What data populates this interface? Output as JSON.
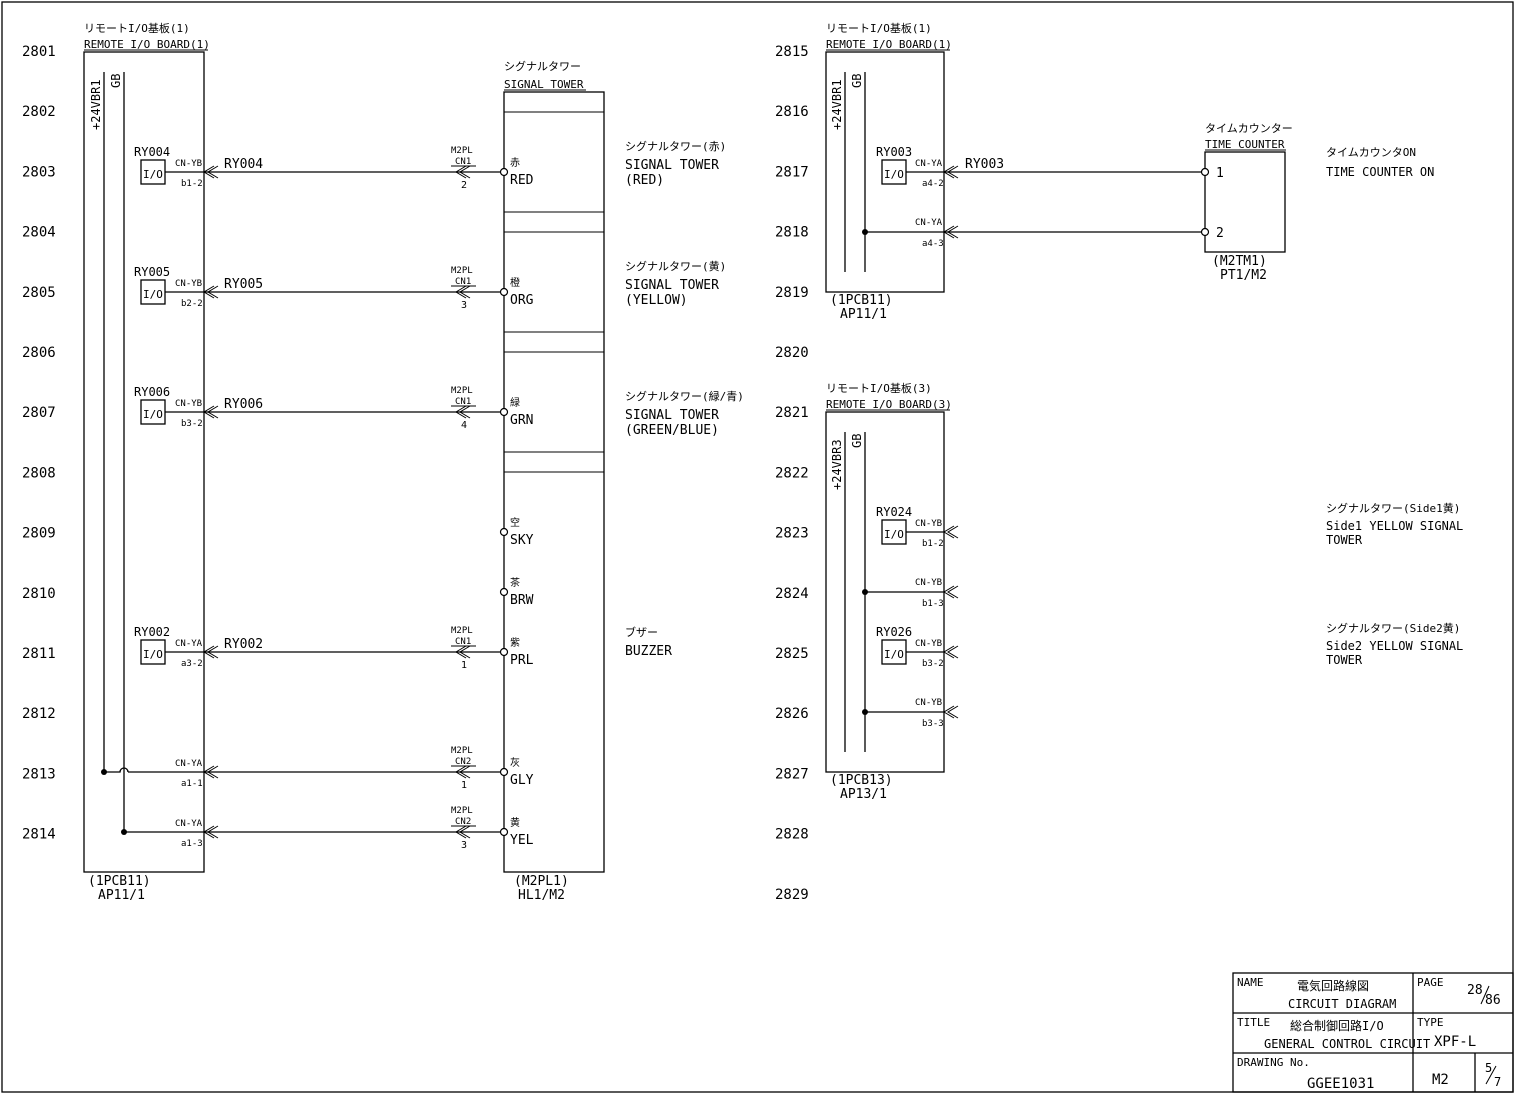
{
  "line_numbers_left": [
    "2801",
    "2802",
    "2803",
    "2804",
    "2805",
    "2806",
    "2807",
    "2808",
    "2809",
    "2810",
    "2811",
    "2812",
    "2813",
    "2814"
  ],
  "line_numbers_right": [
    "2815",
    "2816",
    "2817",
    "2818",
    "2819",
    "2820",
    "2821",
    "2822",
    "2823",
    "2824",
    "2825",
    "2826",
    "2827",
    "2828",
    "2829"
  ],
  "board1_left": {
    "title_jp": "リモートI/O基板(1)",
    "title_en": "REMOTE I/O BOARD(1)",
    "rail_24v": "+24VBR1",
    "rail_gb": "GB",
    "ref1": "(1PCB11)",
    "ref2": "AP11/1",
    "relays": [
      {
        "name": "RY004",
        "cn": "CN-YB",
        "pin": "b1-2",
        "wire": "RY004",
        "plug": "M2PL",
        "pcn": "CN1",
        "pno": "2"
      },
      {
        "name": "RY005",
        "cn": "CN-YB",
        "pin": "b2-2",
        "wire": "RY005",
        "plug": "M2PL",
        "pcn": "CN1",
        "pno": "3"
      },
      {
        "name": "RY006",
        "cn": "CN-YB",
        "pin": "b3-2",
        "wire": "RY006",
        "plug": "M2PL",
        "pcn": "CN1",
        "pno": "4"
      },
      {
        "name": "RY002",
        "cn": "CN-YA",
        "pin": "a3-2",
        "wire": "RY002",
        "plug": "M2PL",
        "pcn": "CN1",
        "pno": "1"
      }
    ],
    "power_rows": [
      {
        "cn": "CN-YA",
        "pin": "a1-1",
        "plug": "M2PL",
        "pcn": "CN2",
        "pno": "1"
      },
      {
        "cn": "CN-YA",
        "pin": "a1-3",
        "plug": "M2PL",
        "pcn": "CN2",
        "pno": "3"
      }
    ]
  },
  "signal_tower": {
    "title_jp": "シグナルタワー",
    "title_en": "SIGNAL TOWER",
    "ref1": "(M2PL1)",
    "ref2": "HL1/M2",
    "terminals": [
      {
        "jp": "赤",
        "en": "RED"
      },
      {
        "jp": "橙",
        "en": "ORG"
      },
      {
        "jp": "緑",
        "en": "GRN"
      },
      {
        "jp": "空",
        "en": "SKY"
      },
      {
        "jp": "茶",
        "en": "BRW"
      },
      {
        "jp": "紫",
        "en": "PRL"
      },
      {
        "jp": "灰",
        "en": "GLY"
      },
      {
        "jp": "黄",
        "en": "YEL"
      }
    ]
  },
  "descriptions_left": [
    {
      "jp": "シグナルタワー(赤)",
      "en1": "SIGNAL TOWER",
      "en2": "(RED)"
    },
    {
      "jp": "シグナルタワー(黄)",
      "en1": "SIGNAL TOWER",
      "en2": "(YELLOW)"
    },
    {
      "jp": "シグナルタワー(緑/青)",
      "en1": "SIGNAL TOWER",
      "en2": "(GREEN/BLUE)"
    },
    {
      "jp": "ブザー",
      "en1": "BUZZER",
      "en2": ""
    }
  ],
  "board1_right": {
    "title_jp": "リモートI/O基板(1)",
    "title_en": "REMOTE I/O BOARD(1)",
    "rail_24v": "+24VBR1",
    "rail_gb": "GB",
    "ref1": "(1PCB11)",
    "ref2": "AP11/1",
    "relay": {
      "name": "RY003",
      "cn": "CN-YA",
      "pin": "a4-2",
      "wire": "RY003"
    },
    "row2": {
      "cn": "CN-YA",
      "pin": "a4-3"
    }
  },
  "time_counter": {
    "title_jp": "タイムカウンター",
    "title_en": "TIME COUNTER",
    "pin1": "1",
    "pin2": "2",
    "ref1": "(M2TM1)",
    "ref2": "PT1/M2",
    "desc_jp": "タイムカウンタON",
    "desc_en": "TIME COUNTER ON"
  },
  "board3": {
    "title_jp": "リモートI/O基板(3)",
    "title_en": "REMOTE I/O BOARD(3)",
    "rail_24v": "+24VBR3",
    "rail_gb": "GB",
    "ref1": "(1PCB13)",
    "ref2": "AP13/1",
    "relays": [
      {
        "name": "RY024",
        "cn": "CN-YB",
        "pin": "b1-2"
      },
      {
        "name": "RY026",
        "cn": "CN-YB",
        "pin": "b3-2"
      }
    ],
    "power_rows": [
      {
        "cn": "CN-YB",
        "pin": "b1-3"
      },
      {
        "cn": "CN-YB",
        "pin": "b3-3"
      }
    ],
    "desc1_jp": "シグナルタワー(Side1黄)",
    "desc1_en1": "Side1 YELLOW SIGNAL",
    "desc1_en2": "TOWER",
    "desc2_jp": "シグナルタワー(Side2黄)",
    "desc2_en1": "Side2 YELLOW SIGNAL",
    "desc2_en2": "TOWER"
  },
  "title_block": {
    "name_label": "NAME",
    "name_jp": "電気回路線図",
    "name_en": "CIRCUIT DIAGRAM",
    "page_label": "PAGE",
    "page_num": "28",
    "page_total": "86",
    "title_label": "TITLE",
    "title_jp": "総合制御回路I/O",
    "title_en": "GENERAL CONTROL CIRCUIT",
    "type_label": "TYPE",
    "type_value": "XPF-L",
    "drawing_label": "DRAWING No.",
    "drawing_value": "GGEE1031",
    "sheet_code": "M2",
    "sheet_num": "5",
    "sheet_total": "7"
  },
  "relay_symbol": "I/O"
}
